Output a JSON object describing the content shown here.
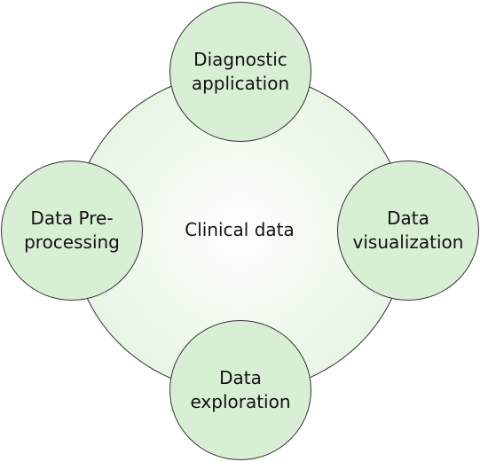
{
  "diagram": {
    "center": {
      "label": "Clinical data"
    },
    "nodes": {
      "top": "Diagnostic\napplication",
      "left": "Data Pre-\nprocessing",
      "right": "Data\nvisualization",
      "bottom": "Data\nexploration"
    },
    "colors": {
      "node_fill": "#d9efd5",
      "ring_fill": "#dff1db",
      "outline": "#333333",
      "text": "#111111"
    }
  }
}
